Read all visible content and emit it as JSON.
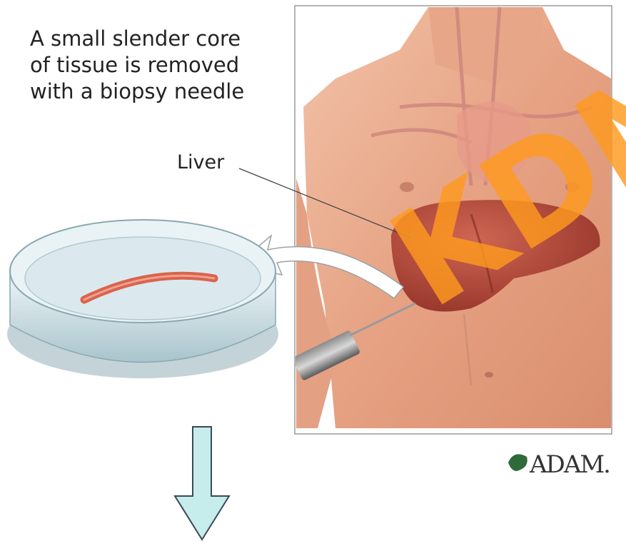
{
  "caption": "A small slender core\nof tissue is removed\nwith a biopsy needle",
  "labels": {
    "liver": "Liver"
  },
  "logo": {
    "text": "ADAM."
  },
  "watermark": {
    "text": "KDN",
    "color": "#ff9a1f"
  },
  "colors": {
    "skin": "#e9a98c",
    "liver": "#b9493a",
    "arrow_fill": "#c6ecec",
    "arrow_stroke": "#3a4a55",
    "dish": "#cfe3ea",
    "tissue_core": "#d9644c"
  }
}
